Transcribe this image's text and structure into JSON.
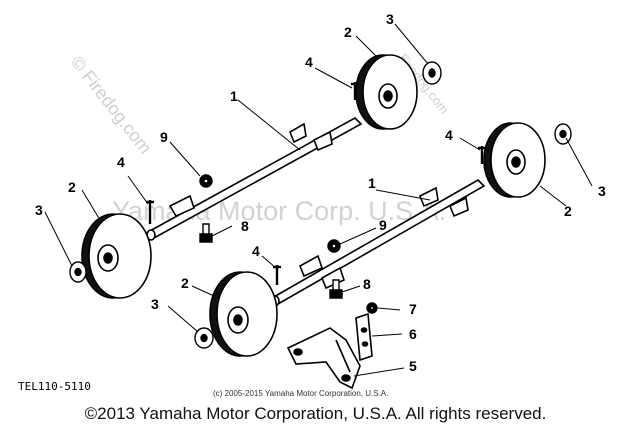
{
  "watermarks": {
    "diagonal_left": "© Firedog.com",
    "diagonal_right": "Firedog.com",
    "center": "Yamaha Motor Corp. U.S.A."
  },
  "labels": {
    "part_1": "1",
    "part_2": "2",
    "part_3": "3",
    "part_4": "4",
    "part_5": "5",
    "part_6": "6",
    "part_7": "7",
    "part_8": "8",
    "part_9": "9"
  },
  "drawing_code": "TEL110-5110",
  "small_copyright": "(c) 2005-2015 Yamaha Motor Corporation, U.S.A.",
  "footer": "©2013 Yamaha Motor Corporation, U.S.A. All rights reserved."
}
